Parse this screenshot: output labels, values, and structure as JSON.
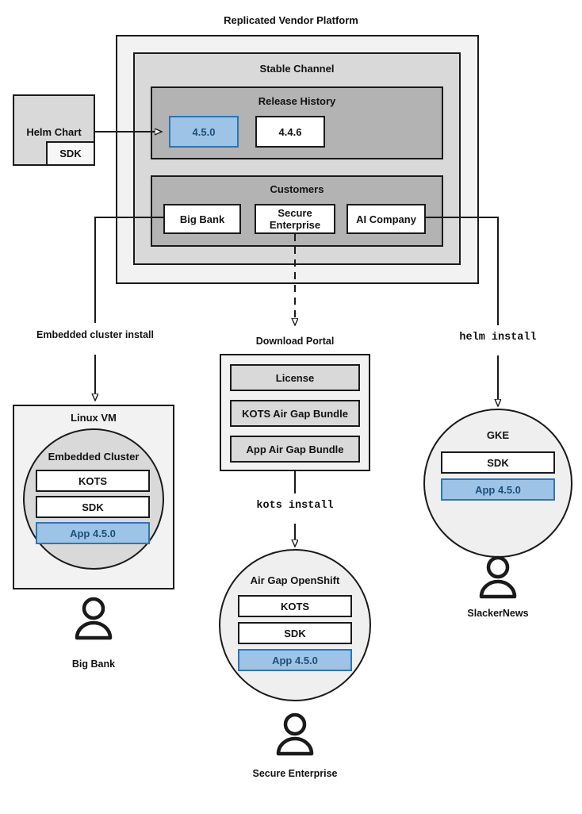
{
  "diagram": {
    "title": "Replicated Vendor Platform",
    "colors": {
      "accent_blue_fill": "#9dc3e6",
      "accent_blue_border": "#2e75b6",
      "accent_blue_text": "#1f4e79",
      "level0_bg": "#f2f2f2",
      "level1_bg": "#d9d9d9",
      "level2_bg": "#b3b3b3",
      "stroke": "#1a1a1a"
    }
  },
  "helm_chart": {
    "label": "Helm Chart",
    "sdk_label": "SDK"
  },
  "stable_channel": {
    "label": "Stable Channel",
    "release_history": {
      "label": "Release History",
      "releases": [
        {
          "version": "4.5.0",
          "highlighted": true
        },
        {
          "version": "4.4.6",
          "highlighted": false
        }
      ]
    },
    "customers": {
      "label": "Customers",
      "items": [
        {
          "name": "Big Bank"
        },
        {
          "name": "Secure Enterprise"
        },
        {
          "name": "AI Company"
        }
      ]
    }
  },
  "edges": {
    "embedded_cluster_install": "Embedded cluster install",
    "kots_install": "kots install",
    "helm_install": "helm install"
  },
  "download_portal": {
    "label": "Download Portal",
    "artifacts": [
      "License",
      "KOTS Air Gap Bundle",
      "App Air Gap Bundle"
    ]
  },
  "targets": [
    {
      "id": "linux-vm",
      "label": "Linux VM",
      "inner_label": "Embedded Cluster",
      "components": [
        {
          "name": "KOTS",
          "highlighted": false
        },
        {
          "name": "SDK",
          "highlighted": false
        },
        {
          "name": "App 4.5.0",
          "highlighted": true
        }
      ],
      "persona": "Big Bank"
    },
    {
      "id": "air-gap-openshift",
      "label": "Air Gap OpenShift",
      "components": [
        {
          "name": "KOTS",
          "highlighted": false
        },
        {
          "name": "SDK",
          "highlighted": false
        },
        {
          "name": "App 4.5.0",
          "highlighted": true
        }
      ],
      "persona": "Secure Enterprise"
    },
    {
      "id": "gke",
      "label": "GKE",
      "components": [
        {
          "name": "SDK",
          "highlighted": false
        },
        {
          "name": "App 4.5.0",
          "highlighted": true
        }
      ],
      "persona": "SlackerNews"
    }
  ]
}
